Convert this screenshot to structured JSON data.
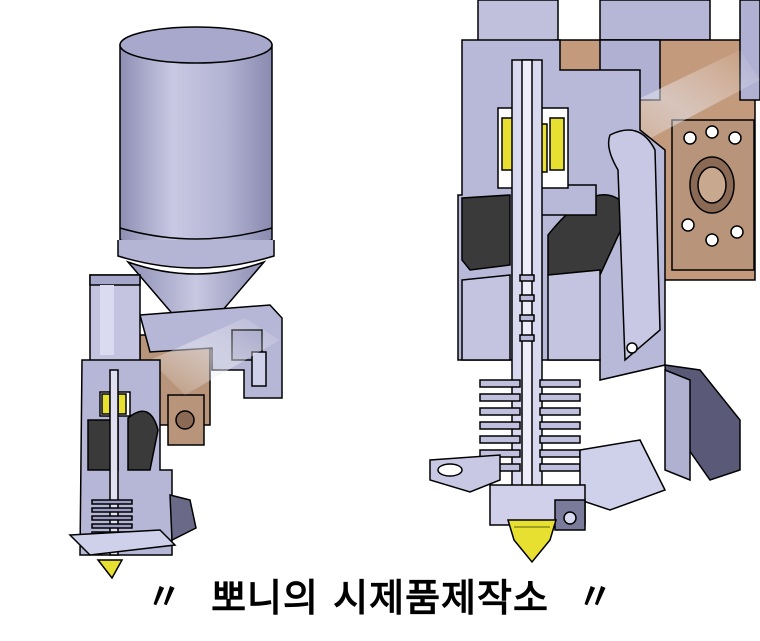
{
  "caption": {
    "open_quote": "〃",
    "text": "뽀니의 시제품제작소",
    "close_quote": "〃"
  },
  "colors": {
    "body": "#b8b8d8",
    "body_dark": "#8a8ab0",
    "body_light": "#d8d8ee",
    "bronze": "#b8957a",
    "dark": "#3a3a3a",
    "spring": "#e8e030",
    "outline": "#000000"
  },
  "icons": {
    "left_model": "3d-printer-extruder-with-hopper",
    "right_model": "extruder-cross-section-closeup"
  }
}
